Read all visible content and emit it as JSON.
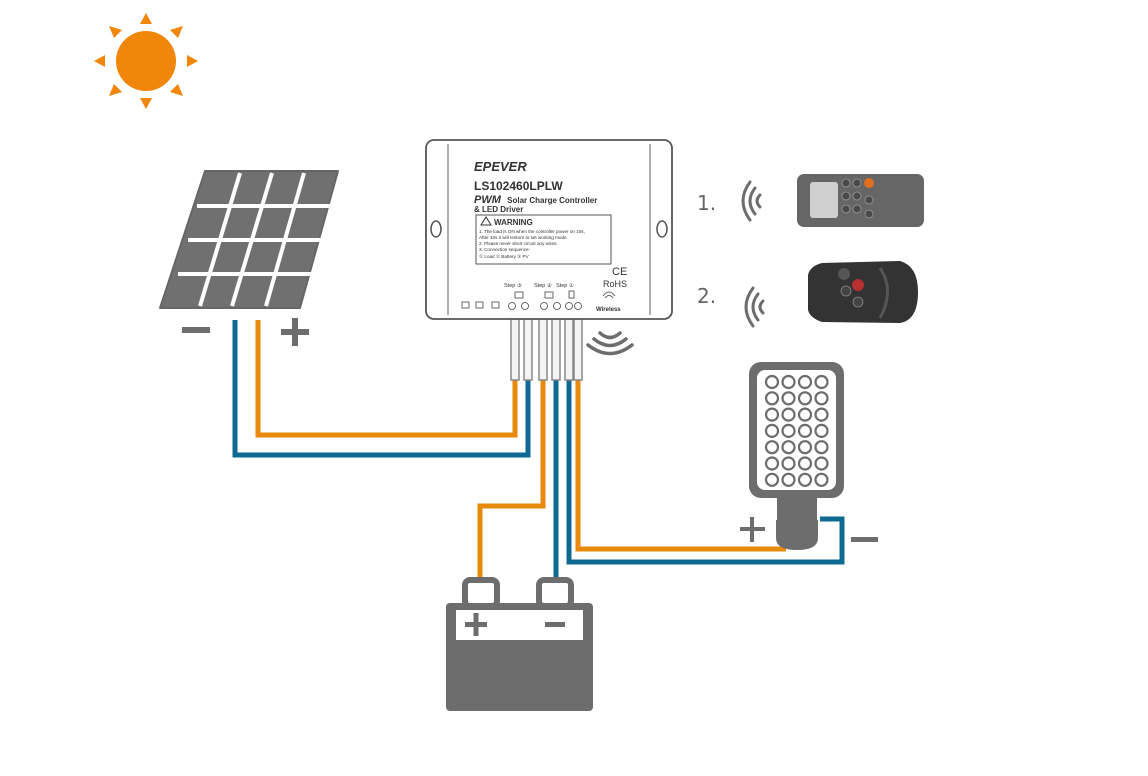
{
  "brand": "EPEVER",
  "model": "LS102460LPLW",
  "product_line_1_prefix": "PWM",
  "product_line_1_rest": "Solar Charge Controller",
  "product_line_2": "& LED Driver",
  "warning": {
    "title": "WARNING",
    "lines": [
      "1. The load is ON when the controller power on 10s,",
      "   After 10s it will restore to set working mode.",
      "2. Please never short circuit any wires.",
      "3. Connection sequence:",
      "   ① Load   ② Battery   ③ PV"
    ]
  },
  "certs": {
    "ce": "CE",
    "rohs": "RoHS"
  },
  "steps": {
    "step3": "Step ③",
    "step2": "Step ②",
    "step1": "Step ①"
  },
  "wireless_label": "Wireless",
  "remote_options": [
    "1.",
    "2."
  ],
  "polarity": {
    "plus": "+",
    "minus": "−"
  },
  "colors": {
    "positive_wire": "#E8890C",
    "negative_wire": "#0E6A93",
    "device_gray": "#6d6d6d",
    "sun": "#F0860A"
  }
}
